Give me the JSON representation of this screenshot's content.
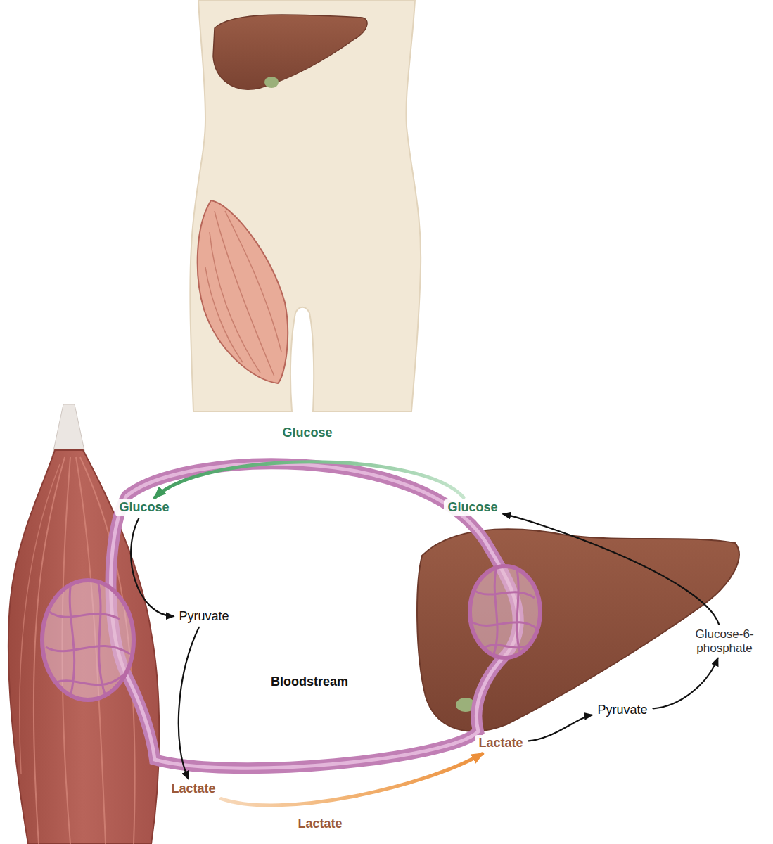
{
  "diagram": {
    "nodes": [
      {
        "text": [
          "Glucose"
        ]
      },
      {
        "text": [
          "Glucose"
        ]
      },
      {
        "text": [
          "Pyruvate"
        ]
      },
      {
        "text": [
          "Glucose-6- phosphate"
        ]
      },
      {
        "text": [
          "Pyruvate"
        ]
      },
      {
        "text": [
          "Lactate"
        ]
      },
      {
        "text": [
          "Lactate"
        ]
      }
    ],
    "edges": [
      {
        "from": 1,
        "to": 0,
        "arrow": "to",
        "label": "Glucose"
      },
      {
        "from": 0,
        "to": 2,
        "arrow": "to"
      },
      {
        "from": 2,
        "to": 6,
        "arrow": "to"
      },
      {
        "from": 6,
        "to": 5,
        "arrow": "to",
        "label": "Lactate"
      },
      {
        "from": 5,
        "to": 4,
        "arrow": "to"
      },
      {
        "from": 4,
        "to": 3,
        "arrow": "to"
      },
      {
        "from": 3,
        "to": 1,
        "arrow": "to"
      }
    ],
    "labels": [
      "Bloodstream"
    ]
  }
}
